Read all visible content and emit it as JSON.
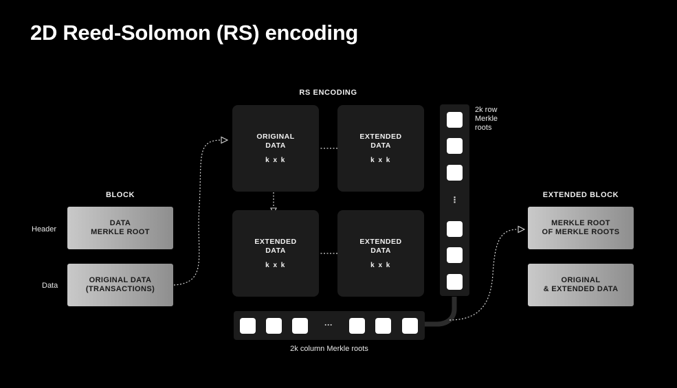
{
  "title": "2D Reed-Solomon (RS) encoding",
  "block": {
    "heading": "BLOCK",
    "header_label": "Header",
    "data_label": "Data",
    "header_box": "DATA\nMERKLE ROOT",
    "data_box": "ORIGINAL DATA\n(TRANSACTIONS)"
  },
  "rs_encoding": {
    "heading": "RS ENCODING",
    "quadrants": [
      {
        "label": "ORIGINAL\nDATA",
        "dims": "k x k"
      },
      {
        "label": "EXTENDED\nDATA",
        "dims": "k x k"
      },
      {
        "label": "EXTENDED\nDATA",
        "dims": "k x k"
      },
      {
        "label": "EXTENDED\nDATA",
        "dims": "k x k"
      }
    ]
  },
  "row_roots": {
    "caption": "2k row\nMerkle\nroots",
    "ellipsis": "⋮"
  },
  "column_roots": {
    "caption": "2k column Merkle roots",
    "ellipsis": "···"
  },
  "extended_block": {
    "heading": "EXTENDED BLOCK",
    "root_box": "MERKLE ROOT\nOF MERKLE ROOTS",
    "data_box": "ORIGINAL\n& EXTENDED DATA"
  },
  "colors": {
    "background": "#000000",
    "panel": "#1c1c1c",
    "box_light": "#c9c9c9",
    "box_dark": "#8e8e8e",
    "text": "#ffffff"
  }
}
